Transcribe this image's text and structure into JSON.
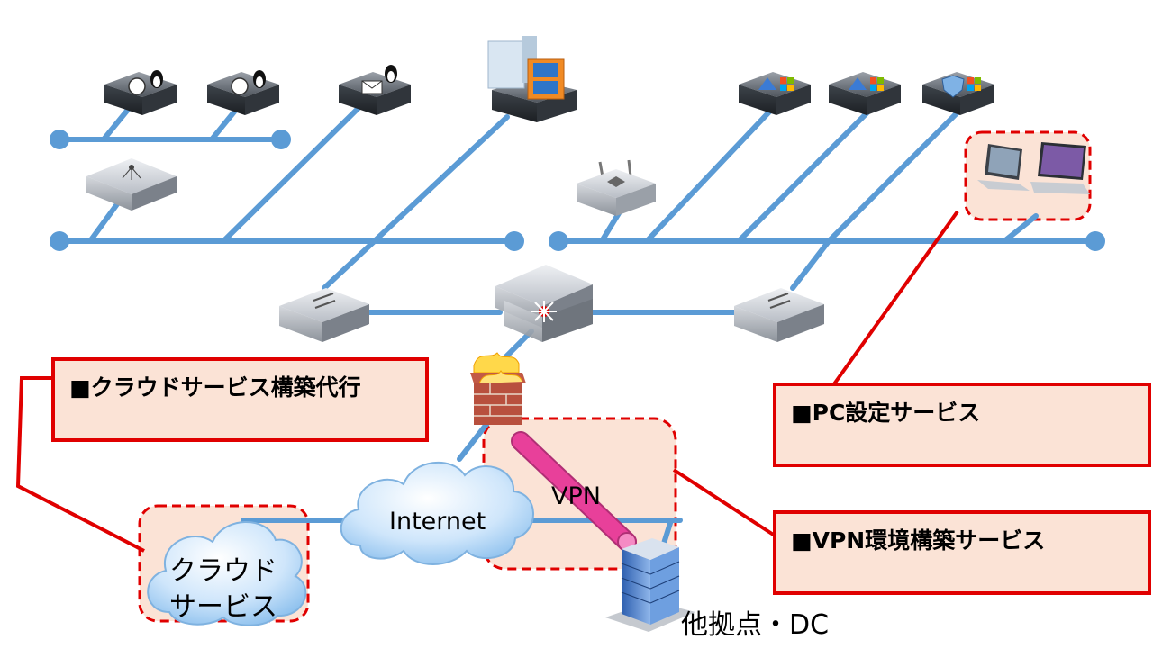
{
  "services": {
    "cloud_build": "■クラウドサービス構築代行",
    "pc_setup": "■PC設定サービス",
    "vpn_build": "■VPN環境構築サービス"
  },
  "labels": {
    "internet": "Internet",
    "vpn": "VPN",
    "cloud": [
      "クラウド",
      "サービス"
    ],
    "branch": "他拠点・DC"
  },
  "icons": {
    "server_web": "linux-web-server-icon",
    "server_mail": "linux-mail-server-icon",
    "vm_host": "vm-app-os-host-icon",
    "server_windows": "windows-server-icon",
    "server_security": "windows-security-server-icon",
    "hub": "network-hub-icon",
    "switch": "network-switch-icon",
    "core_switch": "core-switch-icon",
    "wifi_router": "wireless-router-icon",
    "laptops": "laptop-pc-icon",
    "firewall": "firewall-icon",
    "building": "office-building-icon",
    "cloud": "cloud-icon"
  },
  "colors": {
    "network_line": "#5b9bd5",
    "highlight_red": "#e00000",
    "highlight_fill": "#fbe3d6",
    "vpn_tunnel": "#e8409a"
  }
}
